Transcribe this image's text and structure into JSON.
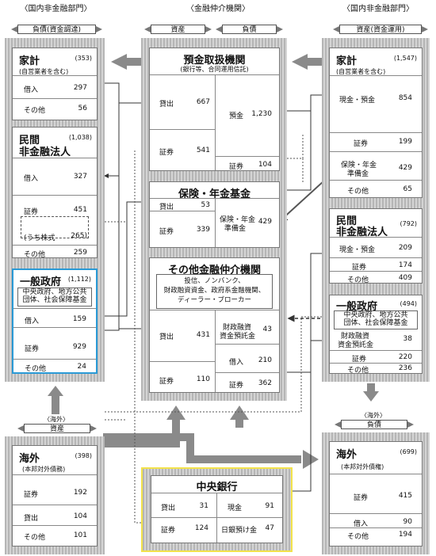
{
  "headers": {
    "left": "〈国内非金融部門〉",
    "center": "〈金融仲介機関〉",
    "right": "〈国内非金融部門〉"
  },
  "banners": {
    "left_liab": "負債(資金調達)",
    "center_asset": "資産",
    "center_liab": "負債",
    "right_asset": "資産(資金運用)",
    "overseas_left_title": "〈海外〉",
    "overseas_left_sub": "資産",
    "overseas_right_title": "〈海外〉",
    "overseas_right_sub": "負債"
  },
  "left": {
    "household": {
      "title": "家計",
      "total": "(353)",
      "sub": "(自営業者を含む)",
      "rows": [
        {
          "label": "借入",
          "value": "297"
        },
        {
          "label": "その他",
          "value": "56"
        }
      ]
    },
    "corp": {
      "title1": "民間",
      "title2": "非金融法人",
      "total": "(1,038)",
      "rows": [
        {
          "label": "借入",
          "value": "327"
        },
        {
          "label": "証券",
          "value": "451"
        },
        {
          "label": "(うち株式",
          "value": "265)"
        },
        {
          "label": "その他",
          "value": "259"
        }
      ]
    },
    "gov": {
      "title": "一般政府",
      "total": "(1,112)",
      "sub1": "中央政府、地方公共",
      "sub2": "団体、社会保障基金",
      "rows": [
        {
          "label": "借入",
          "value": "159"
        },
        {
          "label": "証券",
          "value": "929"
        },
        {
          "label": "その他",
          "value": "24"
        }
      ]
    }
  },
  "center": {
    "deposit": {
      "title": "預金取扱機関",
      "sub": "(銀行等、合同運用信託)",
      "assets": [
        {
          "label": "貸出",
          "value": "667"
        },
        {
          "label": "証券",
          "value": "541"
        }
      ],
      "liabs": [
        {
          "label": "預金",
          "value": "1,230"
        },
        {
          "label": "証券",
          "value": "104"
        }
      ]
    },
    "insurance": {
      "title": "保険・年金基金",
      "assets": [
        {
          "label": "貸出",
          "value": "53"
        },
        {
          "label": "証券",
          "value": "339"
        }
      ],
      "liabs": [
        {
          "label1": "保険・年金",
          "label2": "準備金",
          "value": "429"
        }
      ]
    },
    "other": {
      "title": "その他金融仲介機関",
      "sub1": "投信、ノンバンク、",
      "sub2": "財政融資資金、政府系金融機関、",
      "sub3": "ディーラー・ブローカー",
      "assets": [
        {
          "label": "貸出",
          "value": "431"
        },
        {
          "label": "証券",
          "value": "110"
        }
      ],
      "liabs": [
        {
          "label1": "財政融資",
          "label2": "資金預託金",
          "value": "43"
        },
        {
          "label": "借入",
          "value": "210"
        },
        {
          "label": "証券",
          "value": "362"
        }
      ]
    },
    "boj": {
      "title": "中央銀行",
      "assets": [
        {
          "label": "貸出",
          "value": "31"
        },
        {
          "label": "証券",
          "value": "124"
        }
      ],
      "liabs": [
        {
          "label": "現金",
          "value": "91"
        },
        {
          "label": "日銀預け金",
          "value": "47"
        }
      ]
    }
  },
  "right": {
    "household": {
      "title": "家計",
      "total": "(1,547)",
      "sub": "(自営業者を含む)",
      "rows": [
        {
          "label": "現金・預金",
          "value": "854"
        },
        {
          "label": "証券",
          "value": "199"
        },
        {
          "label1": "保険・年金",
          "label2": "準備金",
          "value": "429"
        },
        {
          "label": "その他",
          "value": "65"
        }
      ]
    },
    "corp": {
      "title1": "民間",
      "title2": "非金融法人",
      "total": "(792)",
      "rows": [
        {
          "label": "現金・預金",
          "value": "209"
        },
        {
          "label": "証券",
          "value": "174"
        },
        {
          "label": "その他",
          "value": "409"
        }
      ]
    },
    "gov": {
      "title": "一般政府",
      "total": "(494)",
      "sub1": "中央政府、地方公共",
      "sub2": "団体、社会保障基金",
      "rows": [
        {
          "label1": "財政融資",
          "label2": "資金預託金",
          "value": "38"
        },
        {
          "label": "証券",
          "value": "220"
        },
        {
          "label": "その他",
          "value": "236"
        }
      ]
    }
  },
  "overseas_left": {
    "title": "海外",
    "total": "(398)",
    "sub": "(本邦対外債務)",
    "rows": [
      {
        "label": "証券",
        "value": "192"
      },
      {
        "label": "貸出",
        "value": "104"
      },
      {
        "label": "その他",
        "value": "101"
      }
    ]
  },
  "overseas_right": {
    "title": "海外",
    "total": "(699)",
    "sub": "(本邦対外債権)",
    "rows": [
      {
        "label": "証券",
        "value": "415"
      },
      {
        "label": "借入",
        "value": "90"
      },
      {
        "label": "その他",
        "value": "194"
      }
    ]
  },
  "colors": {
    "gov_highlight": "#2a9ad6",
    "boj_highlight": "#f2e24a",
    "panel": "#bdbdbd",
    "arrow": "#8a8a8a"
  }
}
